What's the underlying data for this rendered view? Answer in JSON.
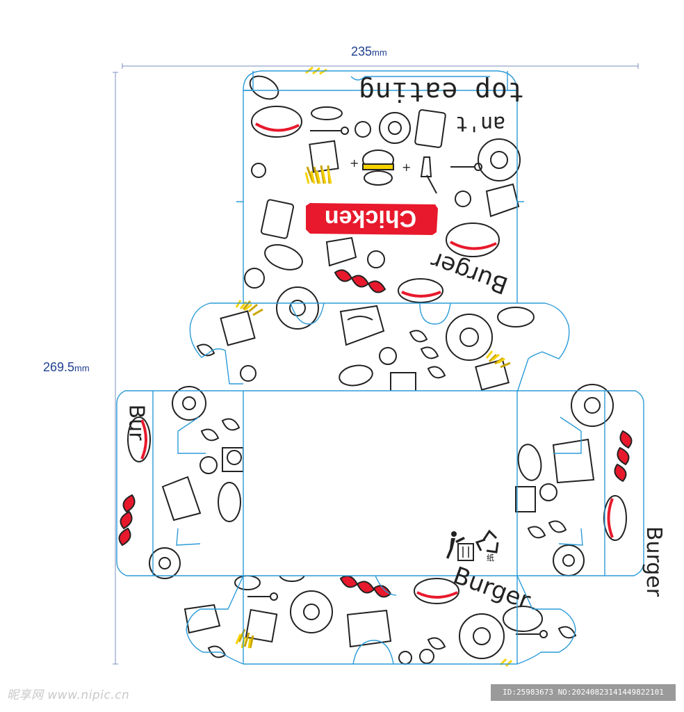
{
  "dimensions": {
    "width_value": "235",
    "width_unit": "mm",
    "height_value": "269.5",
    "height_unit": "mm"
  },
  "artwork": {
    "brand_word": "Chicken",
    "slogan_line_1": "top eating",
    "slogan_line_2": "an't",
    "burger_word": "Burger",
    "burger_word_bottom": "Burger",
    "burger_word_side": "Burger",
    "burger_word_left": "Bur",
    "recycle_label": "纸"
  },
  "colors": {
    "dieline": "#2b9bd8",
    "dimension": "#1f3f8f",
    "brand_red": "#e8192c",
    "fries_yellow": "#f6d200",
    "ink": "#222222"
  },
  "icons": [
    "trash-disposal-icon",
    "recycle-icon",
    "burger-icon",
    "fries-icon",
    "shrimp-skewer-icon",
    "donut-icon",
    "drumstick-icon",
    "cup-icon",
    "pretzel-icon"
  ],
  "watermark": {
    "site_text": "昵享网 www.nipic.cn",
    "id_text": "ID:25983673 NO:20240823141449822101"
  }
}
